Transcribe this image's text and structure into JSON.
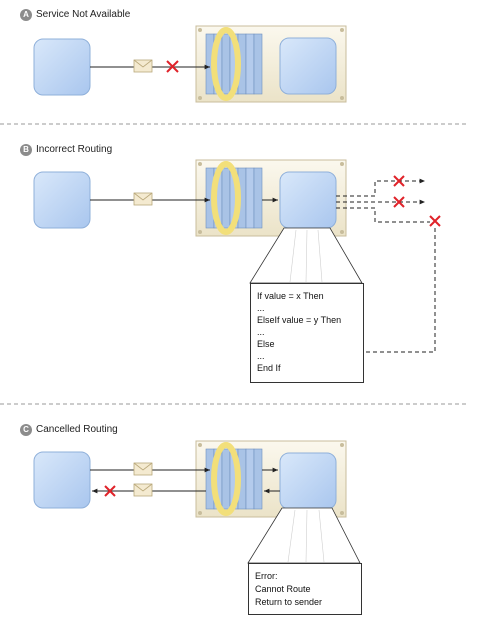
{
  "sections": {
    "a": {
      "badge": "A",
      "title": "Service Not Available"
    },
    "b": {
      "badge": "B",
      "title": "Incorrect Routing",
      "code_lines": [
        "If value = x Then",
        "...",
        "ElseIf value = y Then",
        "...",
        "Else",
        "...",
        "End If"
      ]
    },
    "c": {
      "badge": "C",
      "title": "Cancelled Routing",
      "error_lines": [
        "Error:",
        "Cannot Route",
        "Return to sender"
      ]
    }
  },
  "colors": {
    "node_fill": "#bcd5f3",
    "node_stroke": "#8fb0da",
    "panel_fill": "#f6f1e0",
    "panel_stroke": "#c8bd9c",
    "ring": "#f2df7a",
    "error_x": "#e0232a",
    "separator": "#9a9a9a"
  }
}
